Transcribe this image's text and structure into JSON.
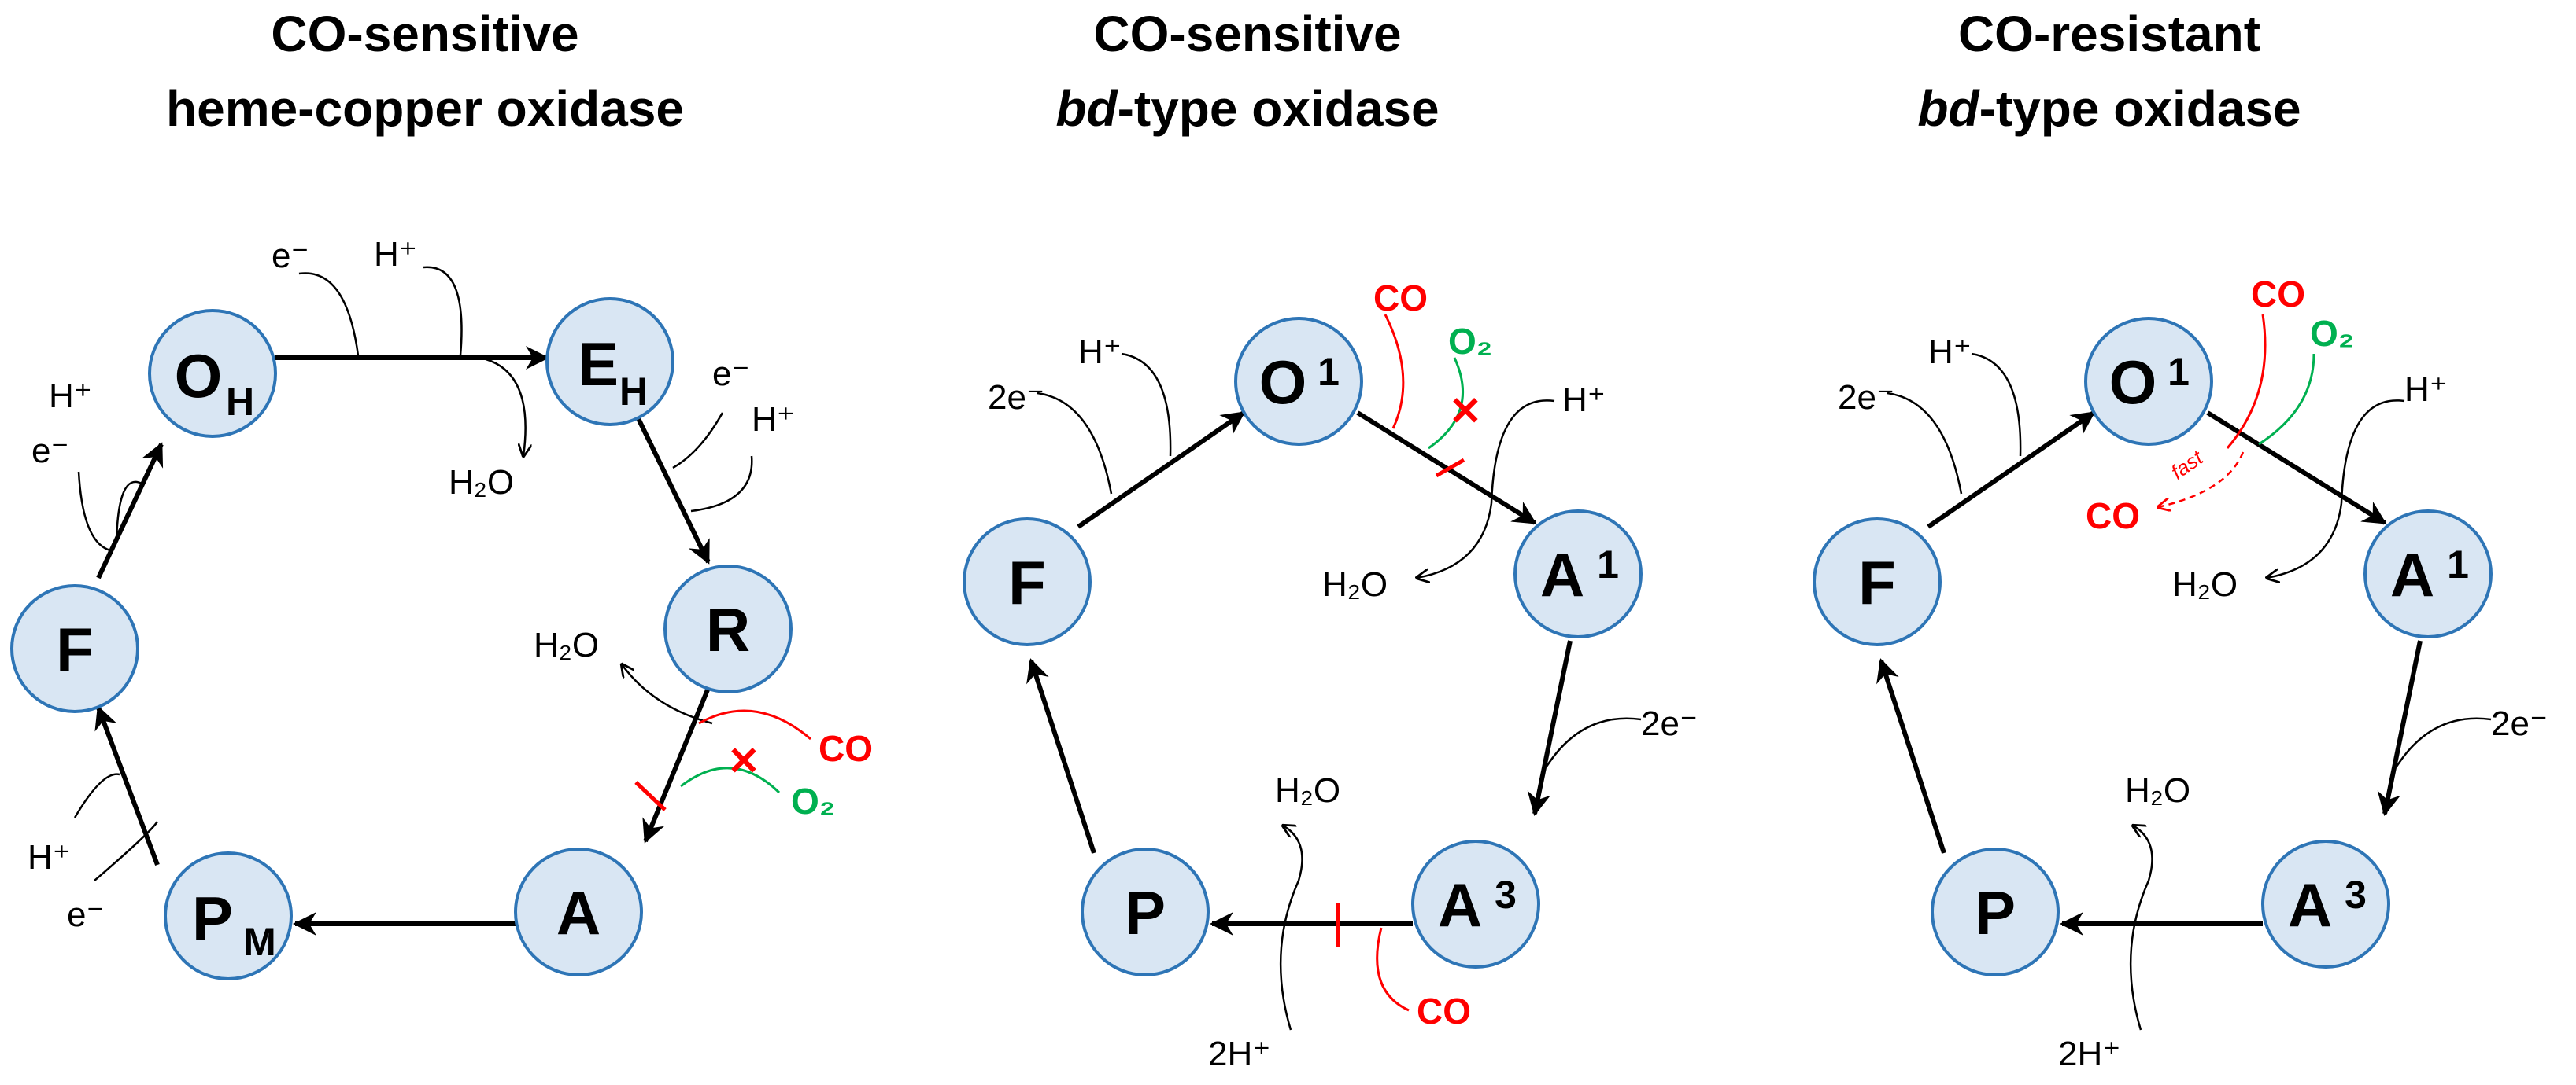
{
  "panels": [
    {
      "title_line1": "CO-sensitive",
      "title_line2_plain": "heme-copper oxidase",
      "nodes": [
        {
          "main": "O",
          "sub": "H"
        },
        {
          "main": "E",
          "sub": "H"
        },
        {
          "main": "R"
        },
        {
          "main": "A"
        },
        {
          "main": "P",
          "sub": "M"
        },
        {
          "main": "F"
        }
      ],
      "labels": {
        "e_top": "e⁻",
        "h_top": "H⁺",
        "h2o_top": "H₂O",
        "e_right": "e⁻",
        "h_right": "H⁺",
        "h2o_r": "H₂O",
        "co": "CO",
        "o2": "O₂",
        "h_left_bottom": "H⁺",
        "e_left_bottom": "e⁻",
        "h_left_top": "H⁺",
        "e_left_top": "e⁻"
      }
    },
    {
      "title_line1": "CO-sensitive",
      "title_line2_italic": "bd",
      "title_line2_rest": "-type oxidase",
      "nodes": [
        {
          "main": "O",
          "sup": "1"
        },
        {
          "main": "A",
          "sup": "1"
        },
        {
          "main": "A",
          "sup": "3"
        },
        {
          "main": "P"
        },
        {
          "main": "F"
        }
      ],
      "labels": {
        "two_e_left": "2e⁻",
        "h_left": "H⁺",
        "co_top": "CO",
        "o2_top": "O₂",
        "h_right": "H⁺",
        "h2o_mid": "H₂O",
        "two_e_right": "2e⁻",
        "h2o_bottom": "H₂O",
        "two_h_bottom": "2H⁺",
        "co_bottom": "CO"
      }
    },
    {
      "title_line1": "CO-resistant",
      "title_line2_italic": "bd",
      "title_line2_rest": "-type oxidase",
      "nodes": [
        {
          "main": "O",
          "sup": "1"
        },
        {
          "main": "A",
          "sup": "1"
        },
        {
          "main": "A",
          "sup": "3"
        },
        {
          "main": "P"
        },
        {
          "main": "F"
        }
      ],
      "labels": {
        "two_e_left": "2e⁻",
        "h_left": "H⁺",
        "co_top": "CO",
        "o2_top": "O₂",
        "h_right": "H⁺",
        "fast": "fast",
        "co_released": "CO",
        "h2o_mid": "H₂O",
        "two_e_right": "2e⁻",
        "h2o_bottom": "H₂O",
        "two_h_bottom": "2H⁺"
      }
    }
  ],
  "colors": {
    "node_fill": "#d9e6f3",
    "node_stroke": "#2e75b6",
    "co_red": "#ff0000",
    "o2_green": "#00b050"
  }
}
